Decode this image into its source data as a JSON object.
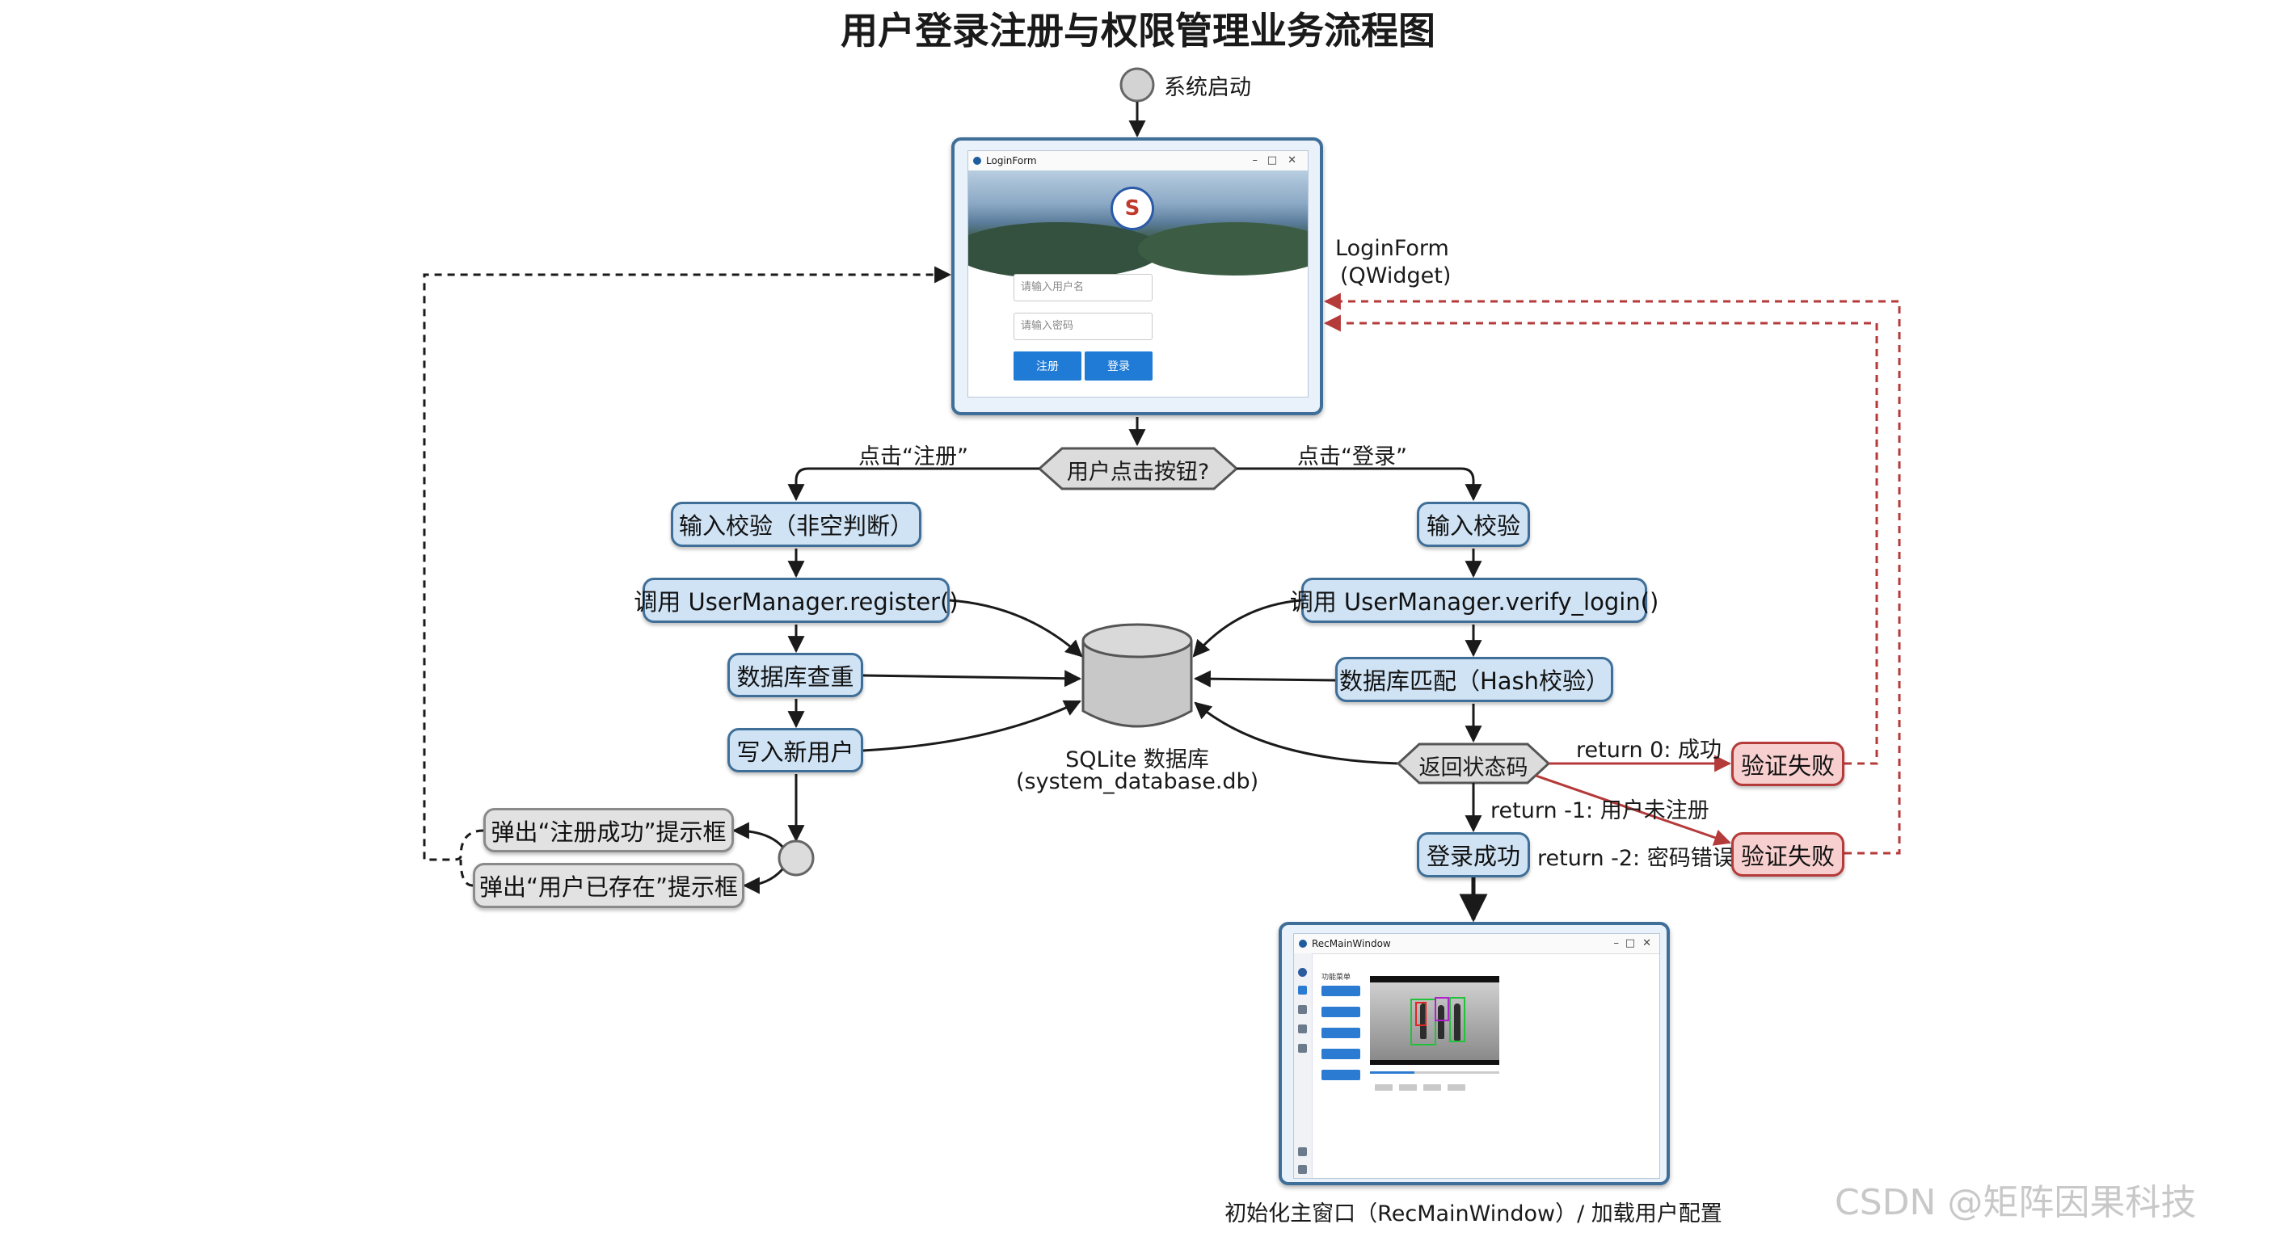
{
  "title": "用户登录注册与权限管理业务流程图",
  "start": {
    "label": "系统启动"
  },
  "login_window": {
    "window_title": "LoginForm",
    "username_placeholder": "请输入用户名",
    "password_placeholder": "请输入密码",
    "register_button": "注册",
    "login_button": "登录",
    "caption_line1": "LoginForm",
    "caption_line2": "(QWidget)"
  },
  "decision": {
    "label": "用户点击按钮?",
    "left_branch": "点击“注册”",
    "right_branch": "点击“登录”"
  },
  "register_flow": {
    "step1": "输入校验（非空判断）",
    "step2": "调用 UserManager.register()",
    "step3": "数据库查重",
    "step4": "写入新用户",
    "popup_success": "弹出“注册成功”提示框",
    "popup_exists": "弹出“用户已存在”提示框"
  },
  "login_flow": {
    "step1": "输入校验",
    "step2": "调用 UserManager.verify_login()",
    "step3": "数据库匹配（Hash校验）",
    "status": "返回状态码",
    "ret0": "return 0: 成功",
    "ret1": "return -1: 用户未注册",
    "ret2": "return -2: 密码错误",
    "fail1": "验证失败",
    "fail2": "验证失败",
    "success": "登录成功"
  },
  "database": {
    "line1": "SQLite 数据库",
    "line2": "(system_database.db)"
  },
  "main_window": {
    "window_title": "RecMainWindow",
    "panel_title": "功能菜单",
    "caption": "初始化主窗口（RecMainWindow）/ 加载用户配置"
  },
  "watermark": "CSDN @矩阵因果科技",
  "colors": {
    "node_fill": "#cfe3f5",
    "node_border": "#3f6f98",
    "fail_fill": "#f7cfcf",
    "fail_border": "#b53a3a",
    "gray_fill": "#e2e2e2",
    "arrow": "#1a1a1a",
    "fail_arrow": "#b53a3a"
  }
}
